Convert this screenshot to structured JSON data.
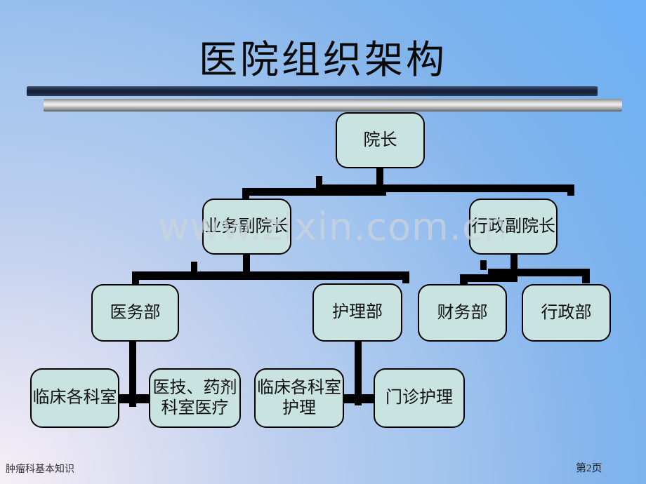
{
  "slide": {
    "title": "医院组织架构",
    "watermark": "www.zixin.com.cn",
    "footer": {
      "left": "肿瘤科基本知识",
      "right": "第2页"
    }
  },
  "colors": {
    "background_top_right": "#6cb0f6",
    "background_bottom_left": "#f6f0f6",
    "node_fill": "#c9e4e0",
    "node_border": "#000000",
    "connector": "#000000",
    "title_bar_navy": "#121f3a",
    "title_bar_gray": "#cfcfcf"
  },
  "org_chart": {
    "type": "org-tree",
    "nodes": [
      {
        "id": "dean",
        "label": "院长",
        "parent": null,
        "lines": [
          "院长"
        ]
      },
      {
        "id": "business-vice-dean",
        "label": "业务副院长",
        "parent": "dean",
        "lines": [
          "业务副院长"
        ]
      },
      {
        "id": "admin-vice-dean",
        "label": "行政副院长",
        "parent": "dean",
        "lines": [
          "行政副院长"
        ]
      },
      {
        "id": "medical-affairs",
        "label": "医务部",
        "parent": "business-vice-dean",
        "lines": [
          "医务部"
        ]
      },
      {
        "id": "nursing-dept",
        "label": "护理部",
        "parent": "business-vice-dean",
        "lines": [
          "护理部"
        ]
      },
      {
        "id": "finance-dept",
        "label": "财务部",
        "parent": "admin-vice-dean",
        "lines": [
          "财务部"
        ]
      },
      {
        "id": "admin-dept",
        "label": "行政部",
        "parent": "admin-vice-dean",
        "lines": [
          "行政部"
        ]
      },
      {
        "id": "clinical-depts",
        "label": "临床各科室",
        "parent": "medical-affairs",
        "lines": [
          "临床各科室"
        ]
      },
      {
        "id": "medtech-pharmacy",
        "label": "医技、药剂科室医疗",
        "parent": "medical-affairs",
        "lines": [
          "医技、药剂",
          "科室医疗"
        ]
      },
      {
        "id": "clinical-nursing",
        "label": "临床各科室护理",
        "parent": "nursing-dept",
        "lines": [
          "临床各科室",
          "护理"
        ]
      },
      {
        "id": "outpatient-nursing",
        "label": "门诊护理",
        "parent": "nursing-dept",
        "lines": [
          "门诊护理"
        ]
      }
    ]
  }
}
